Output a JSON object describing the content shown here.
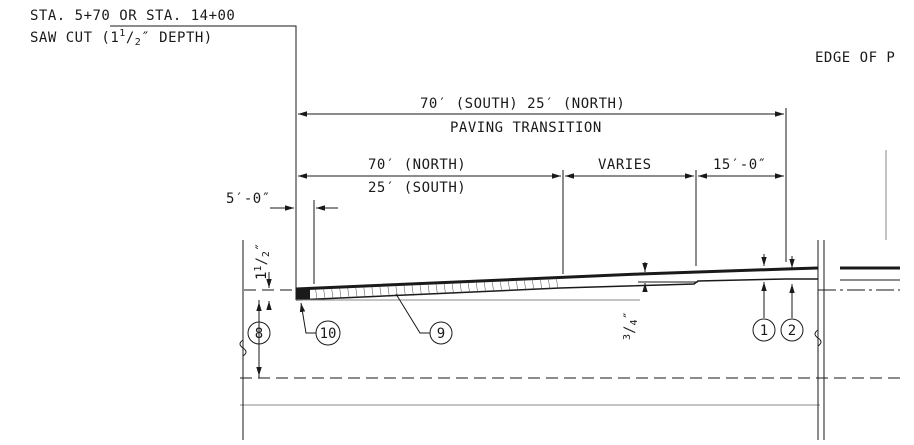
{
  "labels": {
    "station_line1": "STA. 5+70 OR STA. 14+00",
    "station_line2_pre": "SAW CUT (1",
    "station_line2_post": "″ DEPTH)",
    "edge_text": "EDGE OF P",
    "paving_top": "70′ (SOUTH)    25′ (NORTH)",
    "paving_bottom": "PAVING TRANSITION",
    "north_top": "70′ (NORTH)",
    "south_bottom": "25′ (SOUTH)",
    "varies": "VARIES",
    "fifteen": "15′-0″",
    "five": "5′-0″",
    "frac_one": "1",
    "frac_two": "2",
    "frac_three": "3",
    "frac_four": "4",
    "inch_mark": "″"
  },
  "callouts": {
    "c1": "1",
    "c2": "2",
    "c8": "8",
    "c9": "9",
    "c10": "10"
  },
  "colors": {
    "ink": "#1a1a1a",
    "faint": "#8a8a8a",
    "background": "#ffffff"
  }
}
